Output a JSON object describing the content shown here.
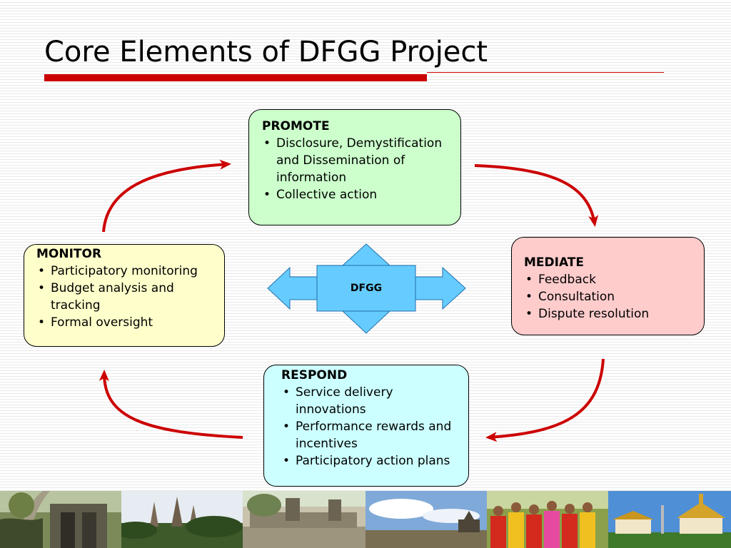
{
  "slide": {
    "title": "Core Elements of DFGG Project"
  },
  "center": {
    "label": "DFGG"
  },
  "boxes": {
    "promote": {
      "title": "PROMOTE",
      "items": [
        "Disclosure, Demystification and Dissemination of information",
        "Collective action"
      ]
    },
    "mediate": {
      "title": "MEDIATE",
      "items": [
        "Feedback",
        "Consultation",
        "Dispute resolution"
      ]
    },
    "monitor": {
      "title": "MONITOR",
      "items": [
        "Participatory monitoring",
        "Budget analysis and tracking",
        "Formal oversight"
      ]
    },
    "respond": {
      "title": "RESPOND",
      "items": [
        "Service delivery innovations",
        "Performance rewards and incentives",
        "Participatory action plans"
      ]
    }
  },
  "colors": {
    "promote_fill": "#ccffcc",
    "mediate_fill": "#ffcccc",
    "monitor_fill": "#ffffcc",
    "respond_fill": "#ccffff",
    "center_arrow_fill": "#66ccff",
    "cycle_arrow": "#cc0000",
    "title_accent": "#cc0000"
  },
  "photos": [
    {
      "subject": "temple ruins with tree roots"
    },
    {
      "subject": "temple towers in the distance"
    },
    {
      "subject": "stone temple terrace with lion statues"
    },
    {
      "subject": "temple on the horizon under blue sky"
    },
    {
      "subject": "group of people in colorful costumes"
    },
    {
      "subject": "royal palace buildings"
    }
  ]
}
